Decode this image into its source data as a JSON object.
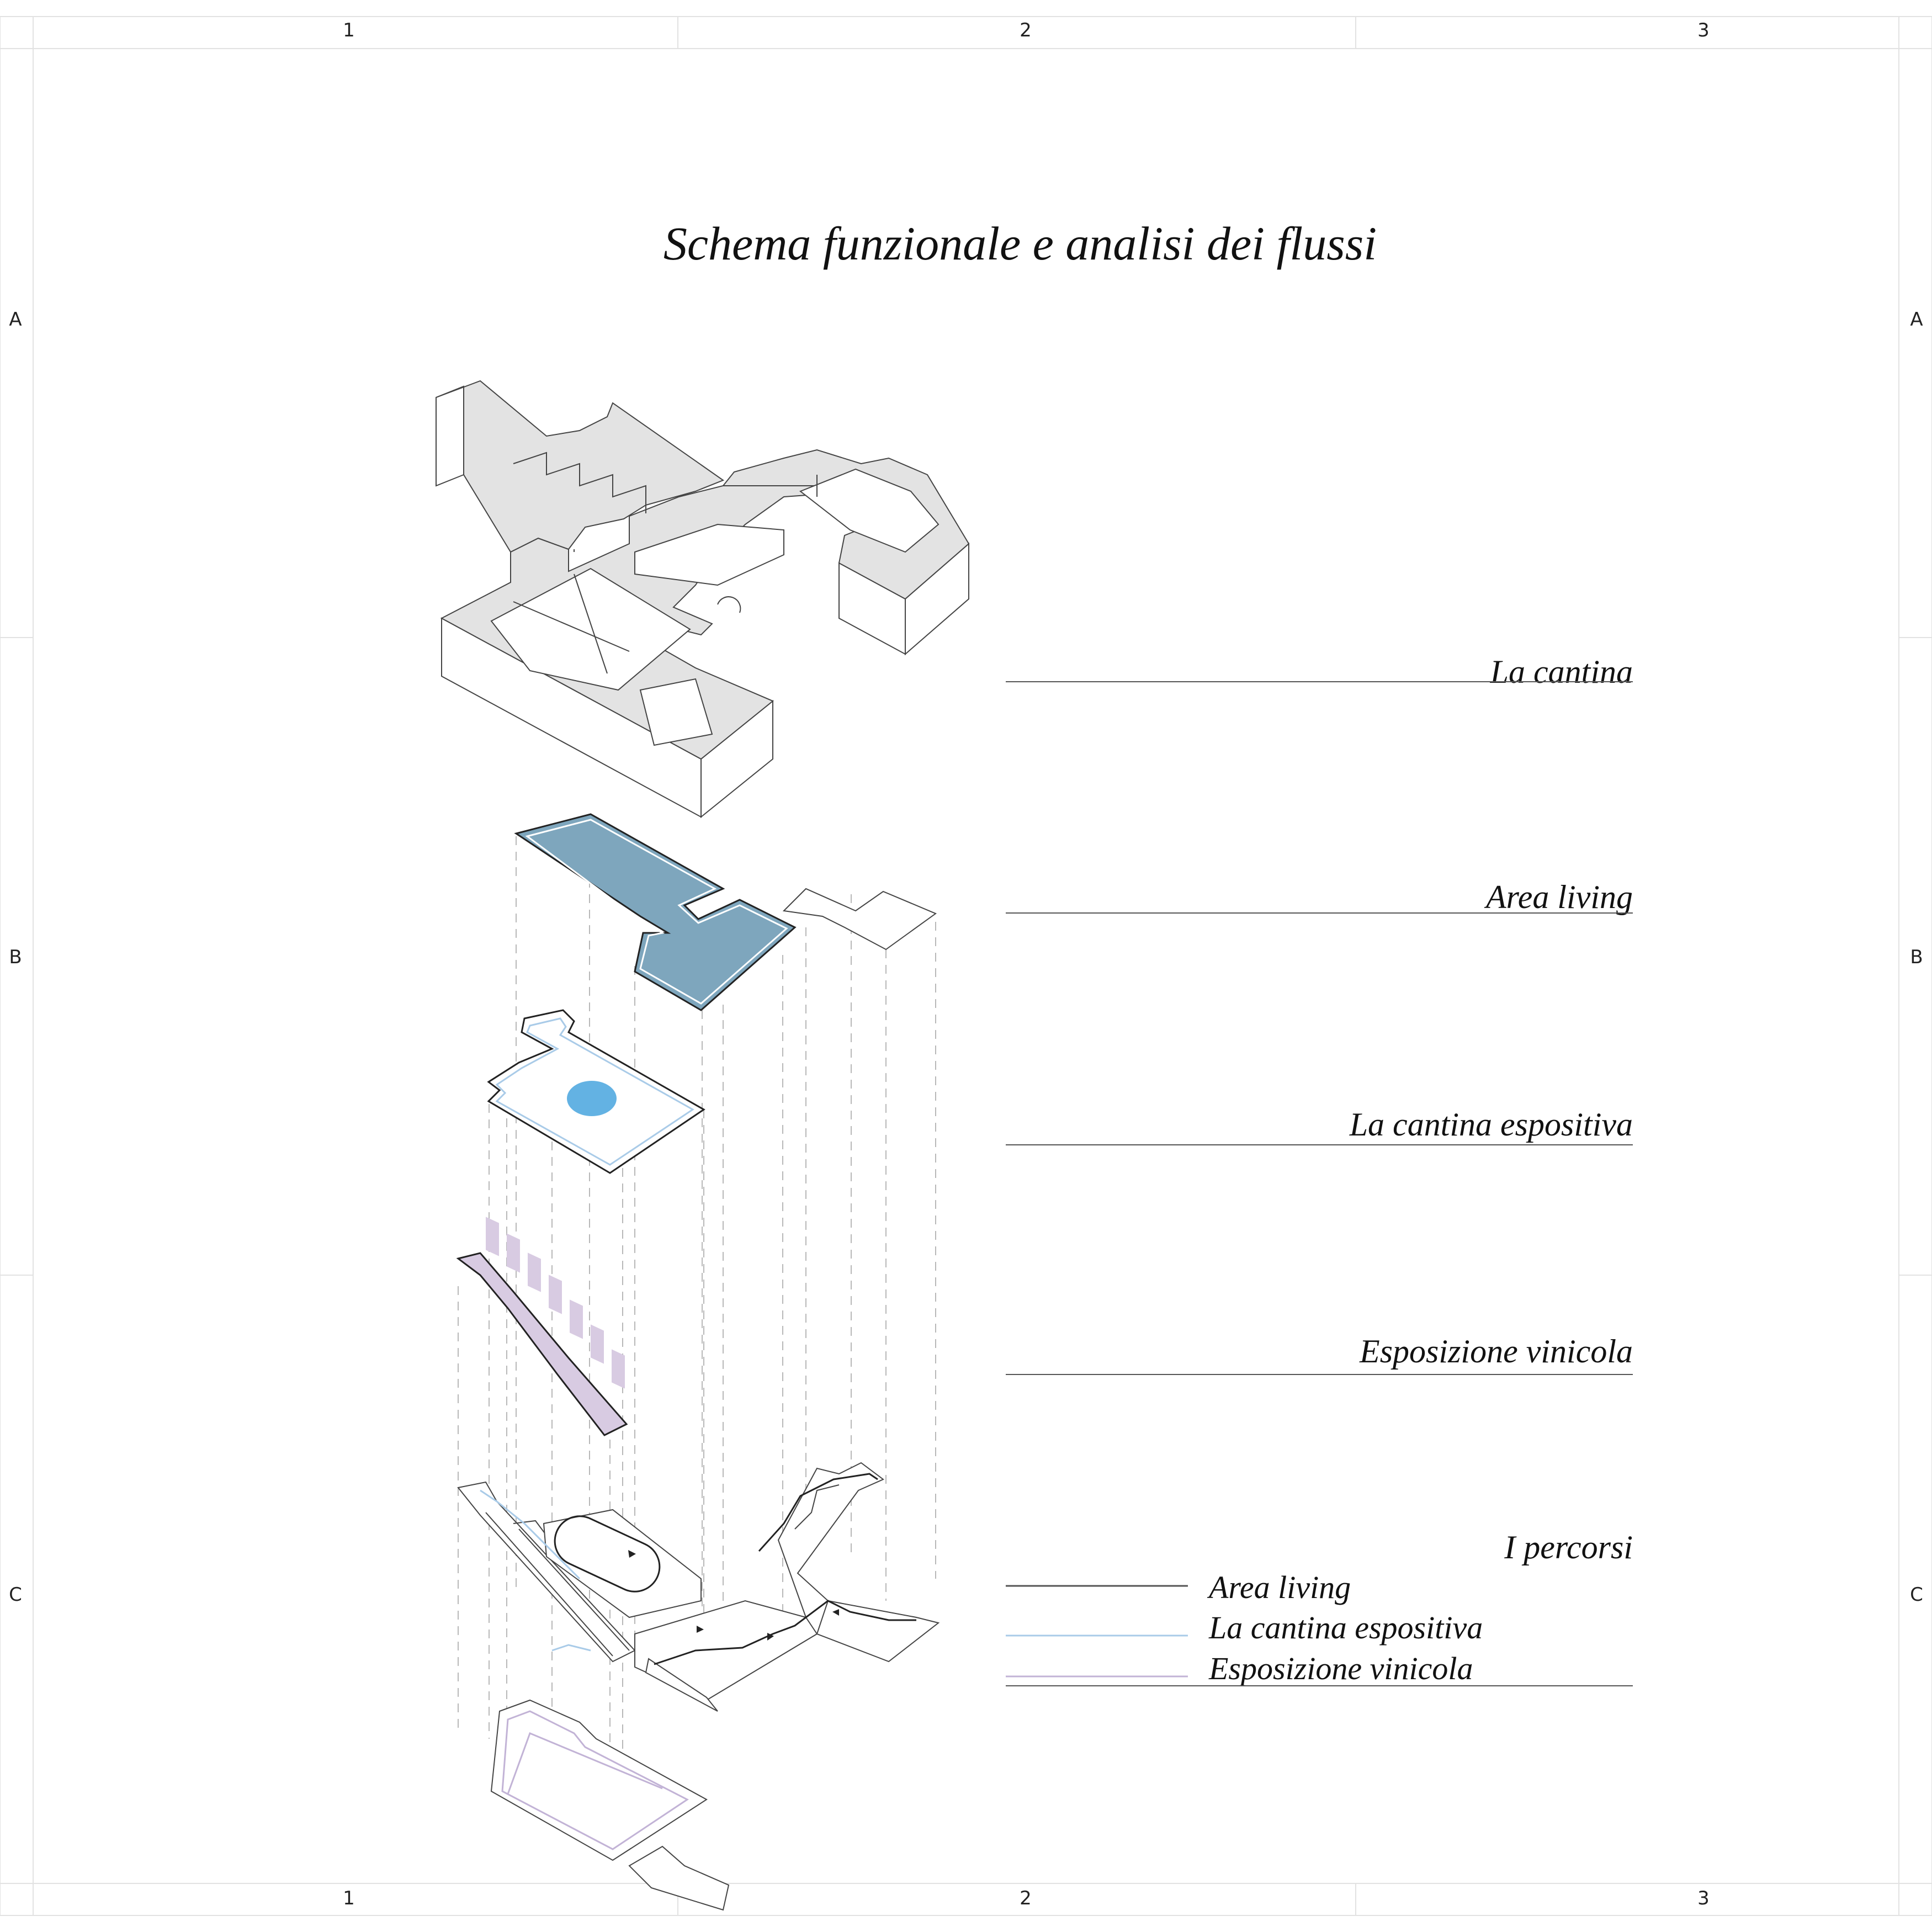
{
  "sheet": {
    "title": "Schema funzionale e analisi dei flussi",
    "columns": [
      "1",
      "2",
      "3"
    ],
    "rows": [
      "A",
      "B",
      "C"
    ]
  },
  "layers": [
    {
      "label": "La cantina"
    },
    {
      "label": "Area living"
    },
    {
      "label": "La cantina espositiva"
    },
    {
      "label": "Esposizione vinicola"
    }
  ],
  "legend": {
    "heading": "I percorsi",
    "items": [
      {
        "label": "Area living",
        "color": "#555555"
      },
      {
        "label": "La cantina espositiva",
        "color": "#a9cbe8"
      },
      {
        "label": "Esposizione vinicola",
        "color": "#c2b3d6"
      }
    ]
  },
  "colors": {
    "cantina_fill": "#e3e3e3",
    "living_fill": "#7ea6bd",
    "espositiva_spot": "#63b2e3",
    "vinicola_fill": "#d8cbe2"
  }
}
